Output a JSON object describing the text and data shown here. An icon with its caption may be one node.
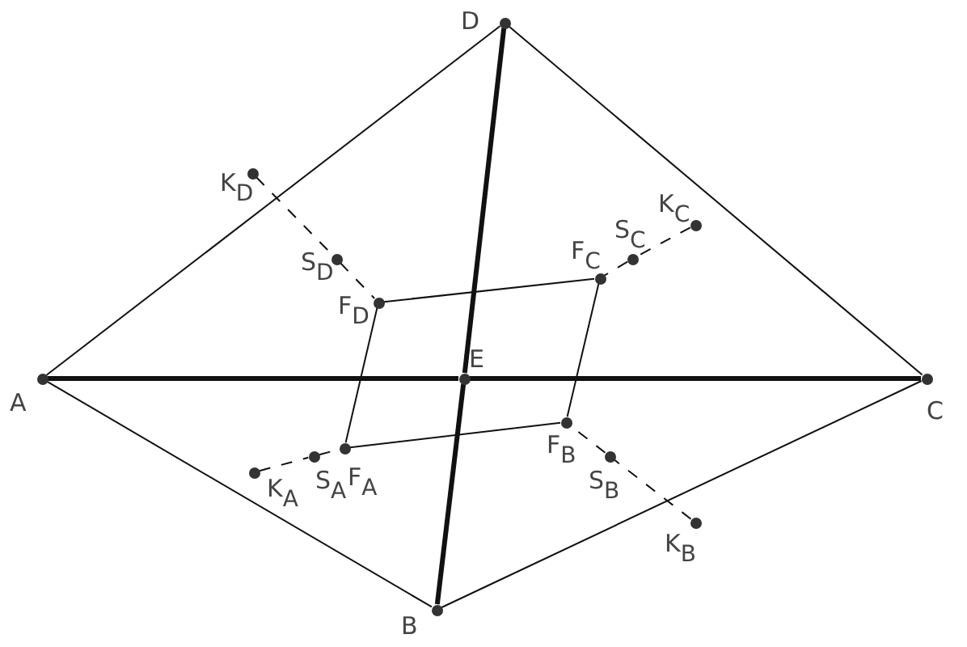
{
  "diagram": {
    "nodes": [
      {
        "text": [
          "A"
        ]
      },
      {
        "text": [
          "B"
        ]
      },
      {
        "text": [
          "C"
        ]
      },
      {
        "text": [
          "D"
        ]
      },
      {
        "text": [
          "E"
        ]
      },
      {
        "text": [
          "K$_{D}$"
        ]
      },
      {
        "text": [
          "S$_{D}$"
        ]
      },
      {
        "text": [
          "F$_{D}$"
        ]
      },
      {
        "text": [
          "F$_{C}$"
        ]
      },
      {
        "text": [
          "S$_{C}$"
        ]
      },
      {
        "text": [
          "K$_{C}$"
        ]
      },
      {
        "text": [
          "K$_{A}$"
        ]
      },
      {
        "text": [
          "S$_{A}$"
        ]
      },
      {
        "text": [
          "F$_{A}$"
        ]
      },
      {
        "text": [
          "F$_{B}$"
        ]
      },
      {
        "text": [
          "S$_{B}$"
        ]
      },
      {
        "text": [
          "K$_{B}$"
        ]
      }
    ],
    "edges": [
      {
        "from": 0,
        "to": 3,
        "arrow": "none"
      },
      {
        "from": 3,
        "to": 2,
        "arrow": "none"
      },
      {
        "from": 2,
        "to": 1,
        "arrow": "none"
      },
      {
        "from": 1,
        "to": 0,
        "arrow": "none"
      },
      {
        "from": 0,
        "to": 4,
        "arrow": "none",
        "style": "thick"
      },
      {
        "from": 4,
        "to": 2,
        "arrow": "none",
        "style": "thick"
      },
      {
        "from": 3,
        "to": 4,
        "arrow": "none",
        "style": "thick"
      },
      {
        "from": 4,
        "to": 1,
        "arrow": "none",
        "style": "thick"
      },
      {
        "from": 7,
        "to": 8,
        "arrow": "none"
      },
      {
        "from": 8,
        "to": 14,
        "arrow": "none"
      },
      {
        "from": 14,
        "to": 13,
        "arrow": "none"
      },
      {
        "from": 13,
        "to": 7,
        "arrow": "none"
      },
      {
        "from": 5,
        "to": 6,
        "arrow": "none",
        "style": "dashed"
      },
      {
        "from": 6,
        "to": 7,
        "arrow": "none",
        "style": "dashed"
      },
      {
        "from": 10,
        "to": 9,
        "arrow": "none",
        "style": "dashed"
      },
      {
        "from": 9,
        "to": 8,
        "arrow": "none",
        "style": "dashed"
      },
      {
        "from": 11,
        "to": 12,
        "arrow": "none",
        "style": "dashed"
      },
      {
        "from": 12,
        "to": 13,
        "arrow": "none",
        "style": "dashed"
      },
      {
        "from": 16,
        "to": 15,
        "arrow": "none",
        "style": "dashed"
      },
      {
        "from": 15,
        "to": 14,
        "arrow": "none",
        "style": "dashed"
      }
    ]
  }
}
